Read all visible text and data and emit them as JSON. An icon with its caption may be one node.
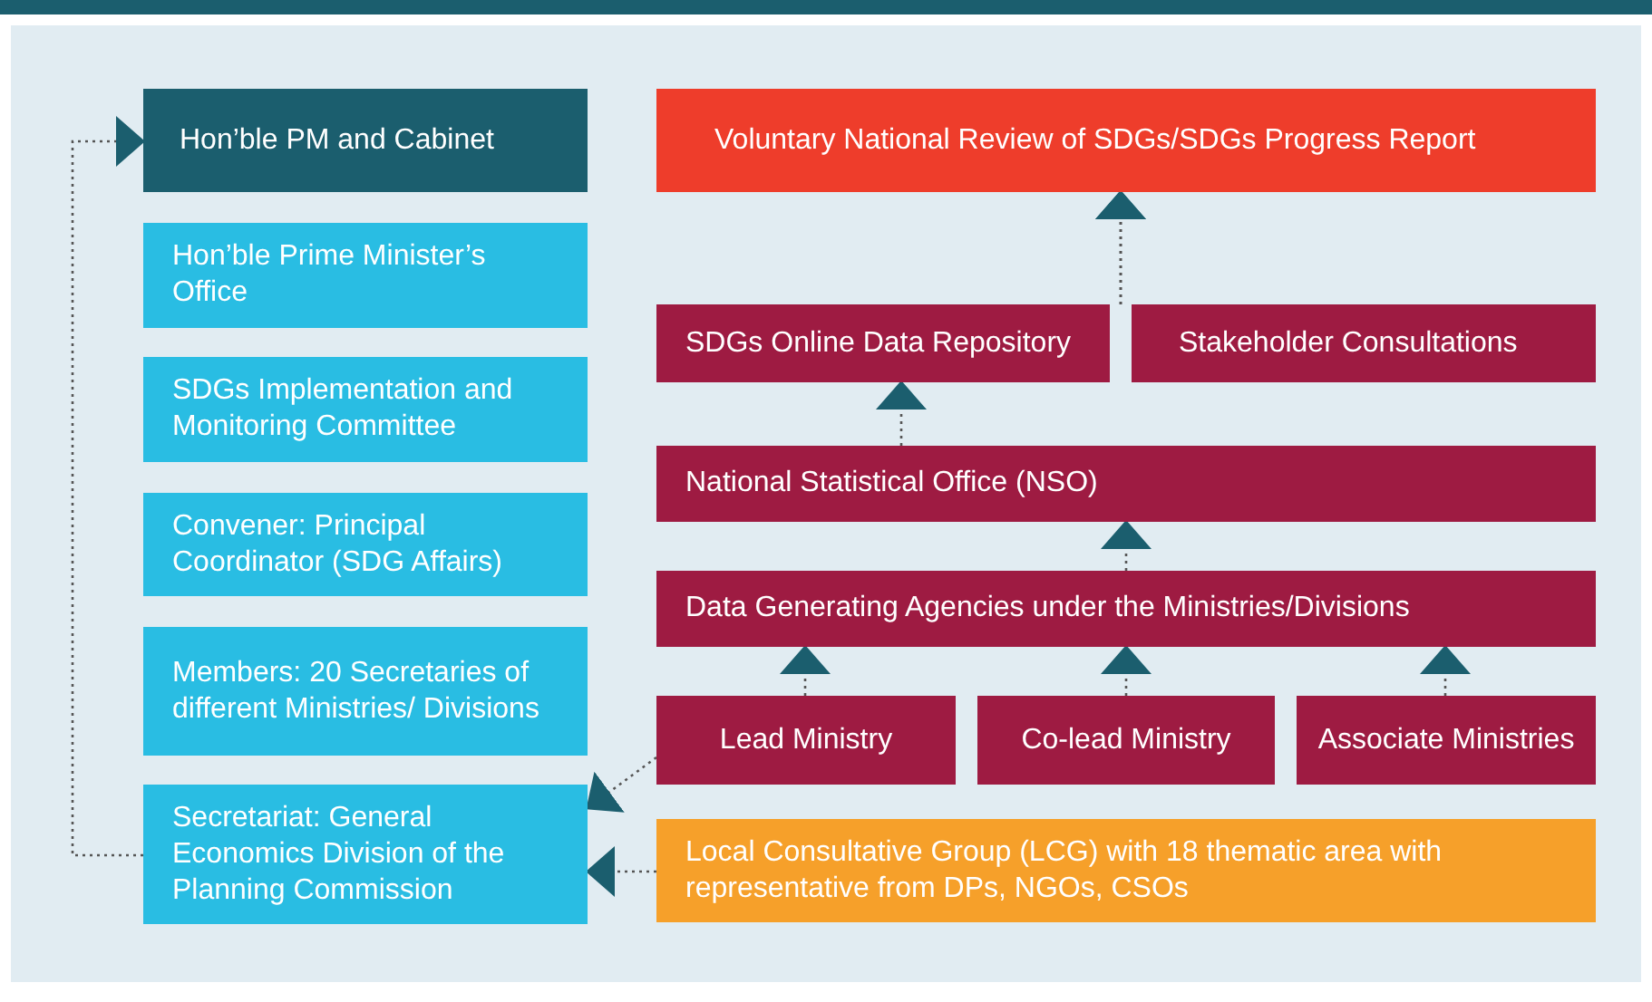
{
  "diagram": {
    "nodes": [
      {
        "text": [
          "Hon’ble PM and Cabinet"
        ]
      },
      {
        "text": [
          "Hon’ble Prime Minister’s Office"
        ]
      },
      {
        "text": [
          "SDGs Implementation and Monitoring Committee"
        ]
      },
      {
        "text": [
          "Convener: Principal Coordinator (SDG Affairs)"
        ]
      },
      {
        "text": [
          "Members: 20 Secretaries of different Ministries/ Divisions"
        ]
      },
      {
        "text": [
          "Secretariat:  General Economics Division of the Planning Commission"
        ]
      },
      {
        "text": [
          "Voluntary National Review of SDGs/SDGs Progress Report"
        ]
      },
      {
        "text": [
          "SDGs Online Data Repository"
        ]
      },
      {
        "text": [
          "Stakeholder Consultations"
        ]
      },
      {
        "text": [
          "National Statistical Office (NSO)"
        ]
      },
      {
        "text": [
          "Data Generating Agencies under the Ministries/Divisions"
        ]
      },
      {
        "text": [
          "Lead Ministry"
        ]
      },
      {
        "text": [
          "Co-lead Ministry"
        ]
      },
      {
        "text": [
          "Associate Ministries"
        ]
      },
      {
        "text": [
          "Local Consultative Group (LCG) with 18 thematic area with representative from DPs, NGOs, CSOs"
        ]
      }
    ],
    "edges": [
      {
        "from": 5,
        "to": 0,
        "arrow": "to"
      },
      {
        "from": 7,
        "to": 6,
        "arrow": "to"
      },
      {
        "from": 8,
        "to": 6,
        "arrow": "to"
      },
      {
        "from": 9,
        "to": 7,
        "arrow": "to"
      },
      {
        "from": 10,
        "to": 9,
        "arrow": "to"
      },
      {
        "from": 11,
        "to": 10,
        "arrow": "to"
      },
      {
        "from": 12,
        "to": 10,
        "arrow": "to"
      },
      {
        "from": 13,
        "to": 10,
        "arrow": "to"
      },
      {
        "from": 11,
        "to": 5,
        "arrow": "to"
      },
      {
        "from": 14,
        "to": 5,
        "arrow": "to"
      }
    ]
  }
}
